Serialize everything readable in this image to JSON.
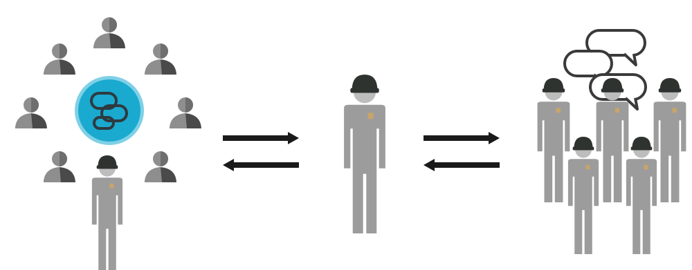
{
  "diagram": {
    "colors": {
      "background": "#ffffff",
      "person_icon": "#8e8e8e",
      "person_icon_shadow": "#4a4a4a",
      "worker_body": "#9c9c9c",
      "worker_head": "#bdbdbd",
      "cap": "#2f3330",
      "badge": "#c9a46a",
      "chat_circle": "#1aa9cf",
      "chat_circle_ring": "#7fd0e6",
      "chat_bubble_stroke": "#2e3a40",
      "speech_bubble_stroke": "#3a3a3a",
      "arrow": "#1a1a1a"
    },
    "groups": [
      {
        "id": "community",
        "icon": "people-circle-with-chat-icon",
        "people_count": 8,
        "workers": 1
      },
      {
        "id": "individual",
        "icon": "worker-icon",
        "workers": 1
      },
      {
        "id": "team",
        "icon": "team-with-speech-bubbles-icon",
        "workers": 5,
        "speech_bubbles": 3
      }
    ],
    "connectors": [
      {
        "id": "exchange-left",
        "type": "bidirectional-arrows"
      },
      {
        "id": "exchange-right",
        "type": "bidirectional-arrows"
      }
    ]
  }
}
